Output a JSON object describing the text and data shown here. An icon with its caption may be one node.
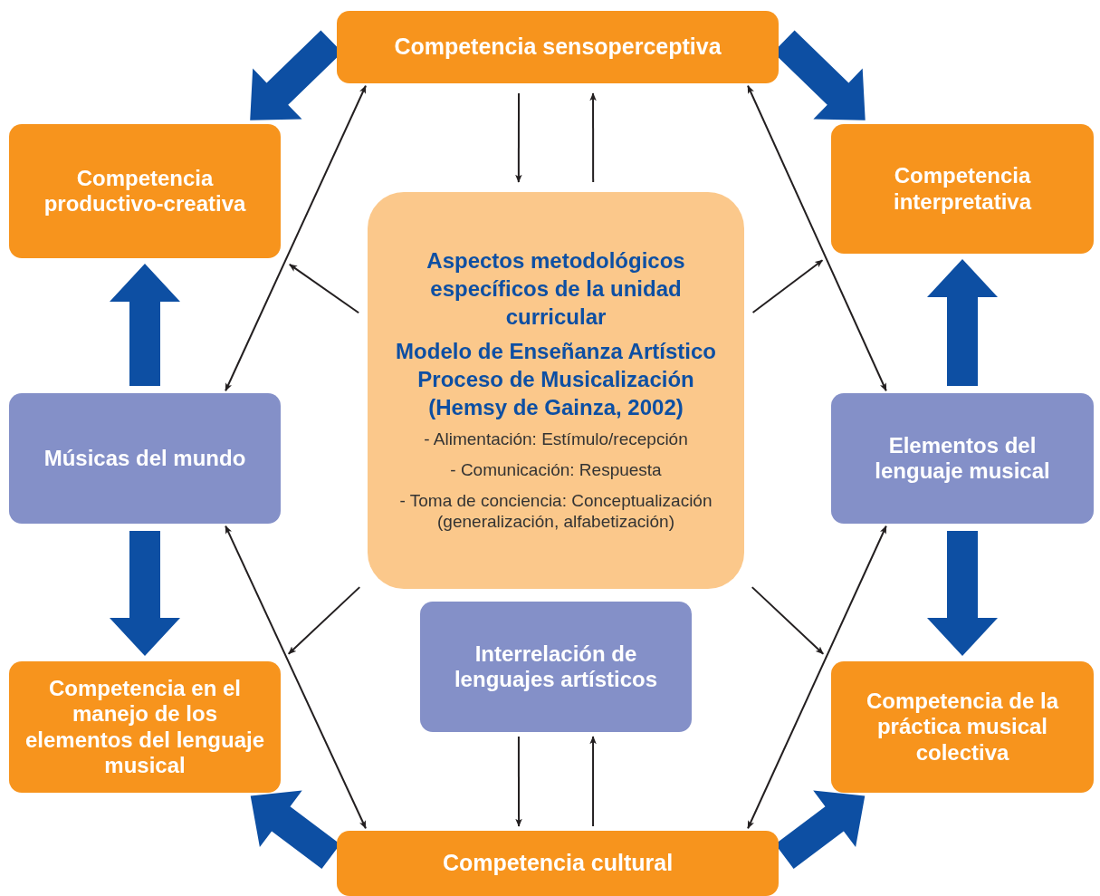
{
  "diagram": {
    "nodes": [
      {
        "text": [
          "Competencia sensoperceptiva"
        ]
      },
      {
        "text": [
          "Competencia productivo-creativa"
        ]
      },
      {
        "text": [
          "Competencia interpretativa"
        ]
      },
      {
        "text": [
          "Aspectos metodológicos específicos de la unidad curricular",
          "Modelo de Enseñanza Artístico Proceso de Musicalización (Hemsy de Gainza, 2002)",
          "- Alimentación: Estímulo/recepción",
          "- Comunicación: Respuesta",
          "- Toma de conciencia: Conceptualización (generalización, alfabetización)"
        ]
      },
      {
        "text": [
          "Músicas del mundo"
        ]
      },
      {
        "text": [
          "Elementos del lenguaje musical"
        ]
      },
      {
        "text": [
          "Interrelación de lenguajes artísticos"
        ]
      },
      {
        "text": [
          "Competencia en el manejo de los elementos del lenguaje musical"
        ]
      },
      {
        "text": [
          "Competencia de la práctica musical colectiva"
        ]
      },
      {
        "text": [
          "Competencia cultural"
        ]
      }
    ],
    "edges": [
      {
        "from": 0,
        "to": 3,
        "arrow": "to"
      },
      {
        "from": 3,
        "to": 0,
        "arrow": "to"
      },
      {
        "from": 3,
        "to": 1,
        "arrow": "to"
      },
      {
        "from": 3,
        "to": 2,
        "arrow": "to"
      },
      {
        "from": 3,
        "to": 7,
        "arrow": "to"
      },
      {
        "from": 3,
        "to": 8,
        "arrow": "to"
      },
      {
        "from": 6,
        "to": 9,
        "arrow": "to"
      },
      {
        "from": 9,
        "to": 6,
        "arrow": "to"
      },
      {
        "from": 0,
        "to": 4,
        "arrow": "both"
      },
      {
        "from": 0,
        "to": 5,
        "arrow": "both"
      },
      {
        "from": 4,
        "to": 9,
        "arrow": "both"
      },
      {
        "from": 5,
        "to": 9,
        "arrow": "both"
      },
      {
        "from": 0,
        "to": 1,
        "arrow": "to",
        "style": "thick",
        "color": "#0d4fa3"
      },
      {
        "from": 0,
        "to": 2,
        "arrow": "to",
        "style": "thick",
        "color": "#0d4fa3"
      },
      {
        "from": 4,
        "to": 1,
        "arrow": "to",
        "style": "thick",
        "color": "#0d4fa3"
      },
      {
        "from": 5,
        "to": 2,
        "arrow": "to",
        "style": "thick",
        "color": "#0d4fa3"
      },
      {
        "from": 4,
        "to": 7,
        "arrow": "to",
        "style": "thick",
        "color": "#0d4fa3"
      },
      {
        "from": 5,
        "to": 8,
        "arrow": "to",
        "style": "thick",
        "color": "#0d4fa3"
      },
      {
        "from": 9,
        "to": 7,
        "arrow": "to",
        "style": "thick",
        "color": "#0d4fa3"
      },
      {
        "from": 9,
        "to": 8,
        "arrow": "to",
        "style": "thick",
        "color": "#0d4fa3"
      }
    ]
  }
}
